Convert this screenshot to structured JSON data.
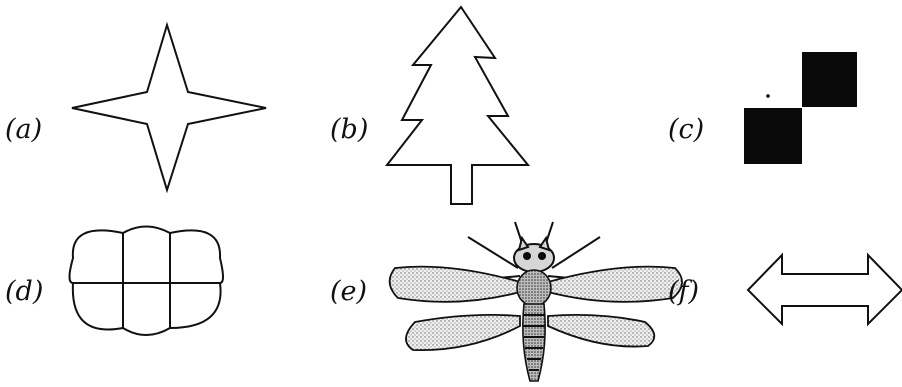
{
  "labels": {
    "a": "(a)",
    "b": "(b)",
    "c": "(c)",
    "d": "(d)",
    "e": "(e)",
    "f": "(f)"
  },
  "figures": [
    {
      "id": "a",
      "shape": "four-pointed-star"
    },
    {
      "id": "b",
      "shape": "fir-tree-outline"
    },
    {
      "id": "c",
      "shape": "two-black-squares-diagonal"
    },
    {
      "id": "d",
      "shape": "six-lobed-cloud-grid"
    },
    {
      "id": "e",
      "shape": "dragonfly"
    },
    {
      "id": "f",
      "shape": "double-headed-arrow"
    }
  ],
  "colors": {
    "ink": "#111111",
    "background": "#ffffff",
    "fill_dark": "#0a0a0a"
  }
}
